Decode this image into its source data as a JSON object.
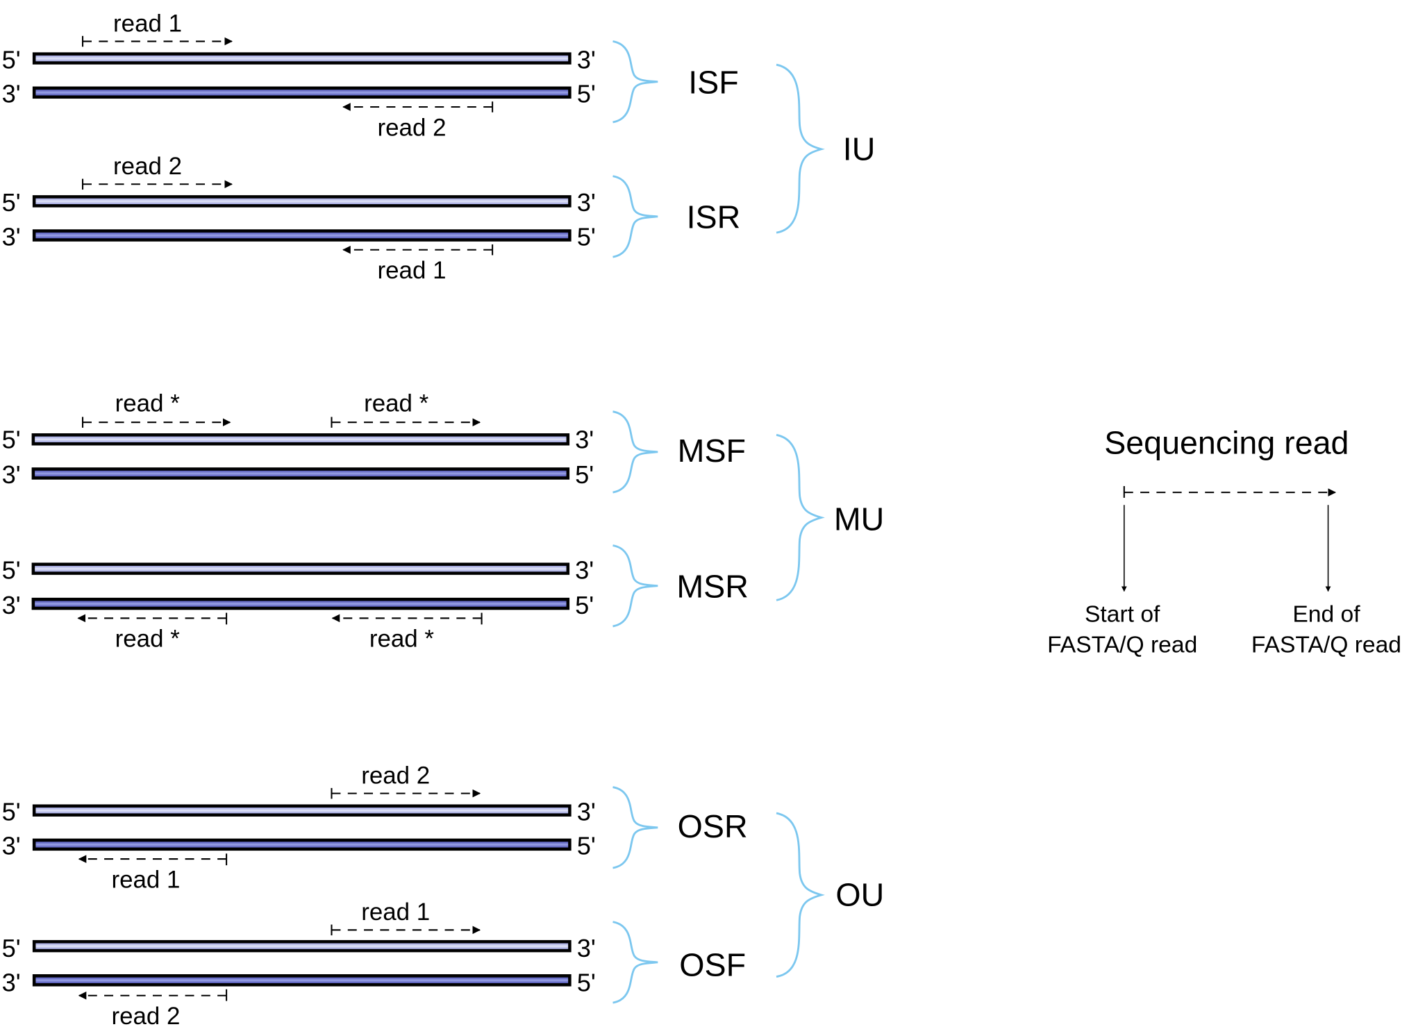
{
  "diagram": {
    "description": "Library type / read orientation diagram for paired and single-end reads",
    "colors": {
      "top_strand_light": "#d8dcf5",
      "top_strand_dark": "#7a80d0",
      "bottom_strand_light": "#9aa2e8",
      "bottom_strand_dark": "#2c2f9a",
      "brace": "#7cc7ef"
    },
    "end_labels": {
      "five": "5'",
      "three": "3'"
    },
    "libraries": [
      {
        "id": "ISF",
        "label": "ISF",
        "top_read": "read 1",
        "bottom_read": "read 2"
      },
      {
        "id": "ISR",
        "label": "ISR",
        "top_read": "read 2",
        "bottom_read": "read 1"
      },
      {
        "id": "MSF",
        "label": "MSF",
        "top_reads": [
          "read *",
          "read *"
        ]
      },
      {
        "id": "MSR",
        "label": "MSR",
        "bottom_reads": [
          "read *",
          "read *"
        ]
      },
      {
        "id": "OSR",
        "label": "OSR",
        "top_read": "read 2",
        "bottom_read": "read 1"
      },
      {
        "id": "OSF",
        "label": "OSF",
        "top_read": "read 1",
        "bottom_read": "read 2"
      }
    ],
    "groups": [
      {
        "id": "IU",
        "label": "IU"
      },
      {
        "id": "MU",
        "label": "MU"
      },
      {
        "id": "OU",
        "label": "OU"
      }
    ],
    "legend": {
      "title": "Sequencing read",
      "start_line1": "Start of",
      "start_line2": "FASTA/Q read",
      "end_line1": "End of",
      "end_line2": "FASTA/Q read"
    }
  }
}
